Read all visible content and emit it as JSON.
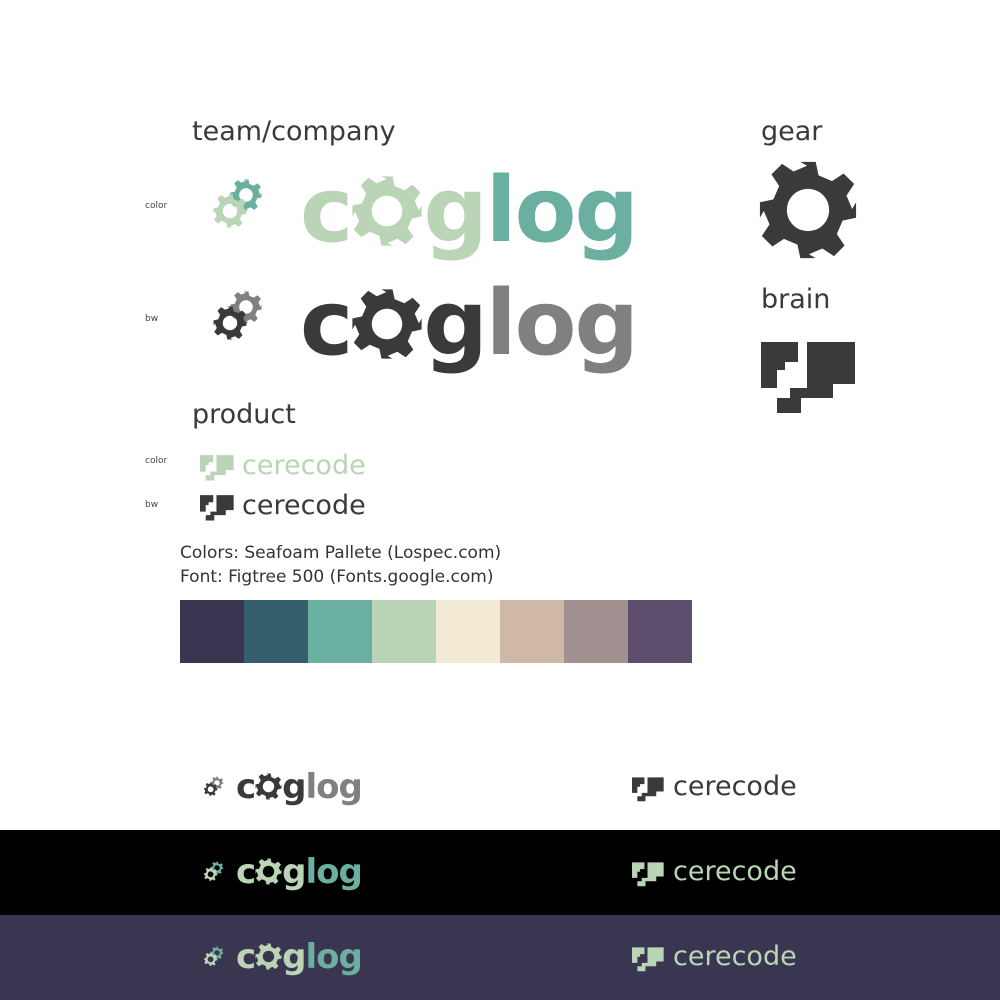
{
  "sections": {
    "team": "team/company",
    "product": "product",
    "gear": "gear",
    "brain": "brain"
  },
  "labels": {
    "color": "color",
    "bw": "bw"
  },
  "wordmarks": {
    "coglog": {
      "c": "c",
      "g": "g",
      "log": "log"
    },
    "cerecode": "cerecode"
  },
  "info": {
    "colors_line": "Colors: Seafoam Pallete (Lospec.com)",
    "font_line": "Font: Figtree 500 (Fonts.google.com)"
  },
  "palette": [
    "#3a3550",
    "#355f6c",
    "#6aaf9f",
    "#bad5b5",
    "#f3ead3",
    "#d0b8a7",
    "#a19190",
    "#5d4e6e"
  ],
  "colors": {
    "dark": "#3a3a3c",
    "grey": "#808083",
    "light_green": "#bad5b5",
    "teal": "#6aaf9f",
    "black_band": "#000000",
    "purple_band": "#3a3550"
  },
  "icons": [
    "gear-icon",
    "brain-icon"
  ]
}
